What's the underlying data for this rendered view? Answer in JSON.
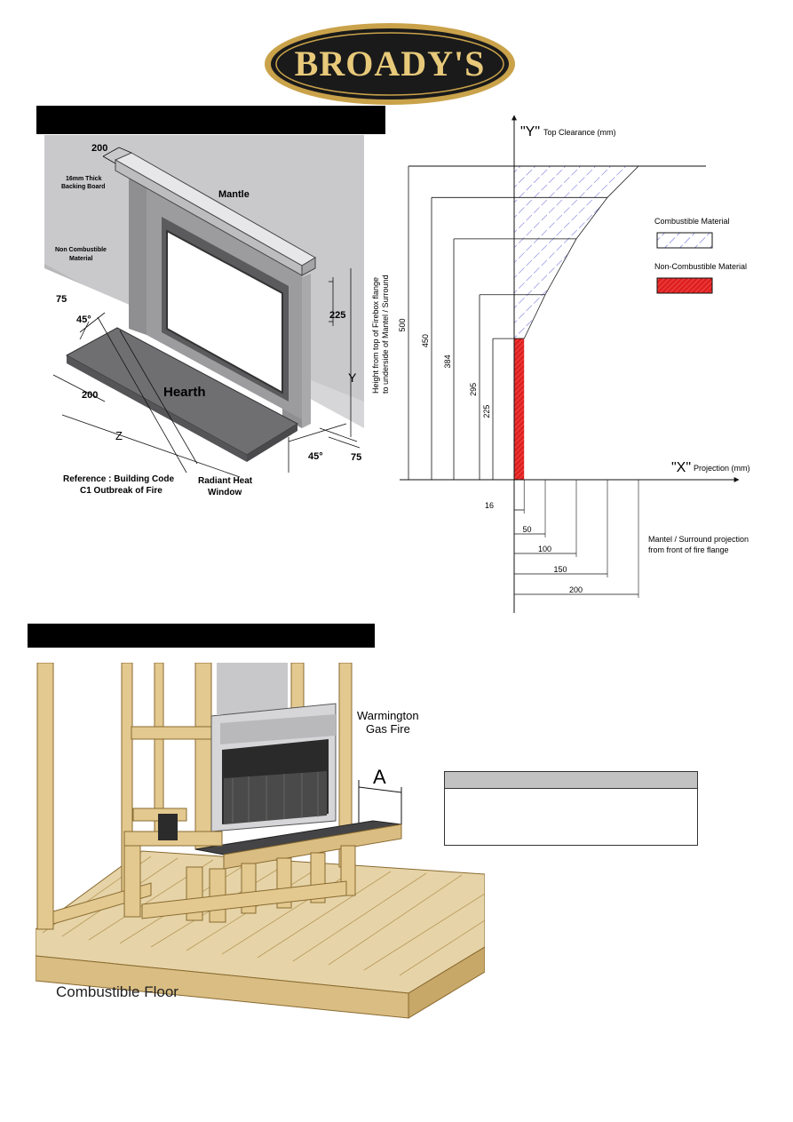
{
  "logo": {
    "text": "BROADY'S"
  },
  "section_bars": [
    {
      "label": ""
    },
    {
      "label": ""
    }
  ],
  "fireplace_diagram": {
    "mantle_depth": "200",
    "backing_board": [
      "16mm Thick",
      "Backing Board"
    ],
    "mantle_label": "Mantle",
    "non_combustible": [
      "Non Combustible",
      "Material"
    ],
    "dim_75_left": "75",
    "angle_left": "45°",
    "dim_225": "225",
    "dim_200_hearth": "200",
    "hearth_label": "Hearth",
    "z_label": "Z",
    "y_label": "Y",
    "angle_right": "45°",
    "dim_75_right": "75",
    "reference": [
      "Reference : Building Code",
      "C1 Outbreak of Fire"
    ],
    "radiant_window": [
      "Radiant Heat",
      "Window"
    ]
  },
  "clearance_chart": {
    "y_axis_big": "\"Y\"",
    "y_axis_label": " Top Clearance (mm)",
    "x_axis_big": "\"X\"",
    "x_axis_label": " Projection (mm)",
    "height_caption": [
      "Height from top of Firebox flange",
      "to underside of Mantel / Surround"
    ],
    "heights": [
      "500",
      "450",
      "384",
      "295",
      "225"
    ],
    "projections": [
      "16",
      "50",
      "100",
      "150",
      "200"
    ],
    "projection_caption": [
      "Mantel / Surround projection",
      "from front of fire flange"
    ],
    "legend": {
      "combustible": "Combustible Material",
      "non_combustible": "Non-Combustible Material"
    },
    "colors": {
      "hatch": "#3333cc",
      "non_combustible": "#e02020"
    }
  },
  "framing_diagram": {
    "fire_label": [
      "Warmington",
      "Gas Fire"
    ],
    "dim_a": "A",
    "floor_caption": "Combustible Floor"
  },
  "table_panel": {
    "header": "",
    "body": ""
  }
}
